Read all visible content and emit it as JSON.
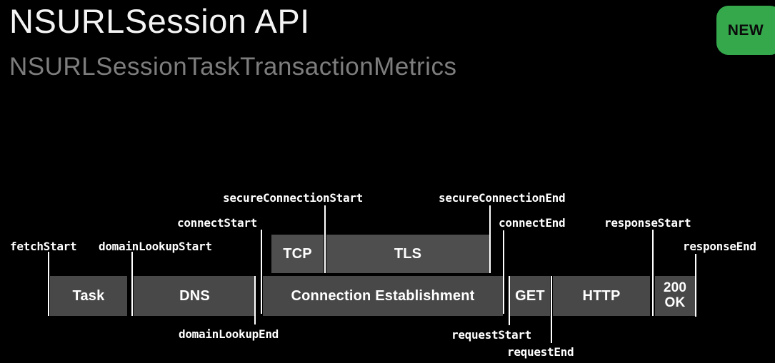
{
  "header": {
    "title": "NSURLSession API",
    "subtitle": "NSURLSessionTaskTransactionMetrics",
    "badge_label": "NEW"
  },
  "colors": {
    "background": "#000000",
    "badge_green": "#35a84c",
    "badge_text": "#0b0b0b",
    "phase_box_top": "#4e4e4e",
    "phase_box_bottom": "#484848",
    "tick_line": "#ffffff",
    "title_text": "#f4f4f4",
    "subtitle_text": "#7d7d7d",
    "label_text": "#ffffff"
  },
  "timeline": {
    "phases_top": {
      "tcp": "TCP",
      "tls": "TLS"
    },
    "phases_bottom": {
      "task": "Task",
      "dns": "DNS",
      "connection_establishment": "Connection Establishment",
      "get": "GET",
      "http": "HTTP",
      "status_line1": "200",
      "status_line2": "OK"
    },
    "events": {
      "fetch_start": "fetchStart",
      "domain_lookup_start": "domainLookupStart",
      "domain_lookup_end": "domainLookupEnd",
      "connect_start": "connectStart",
      "secure_connection_start": "secureConnectionStart",
      "secure_connection_end": "secureConnectionEnd",
      "connect_end": "connectEnd",
      "request_start": "requestStart",
      "request_end": "requestEnd",
      "response_start": "responseStart",
      "response_end": "responseEnd"
    }
  }
}
